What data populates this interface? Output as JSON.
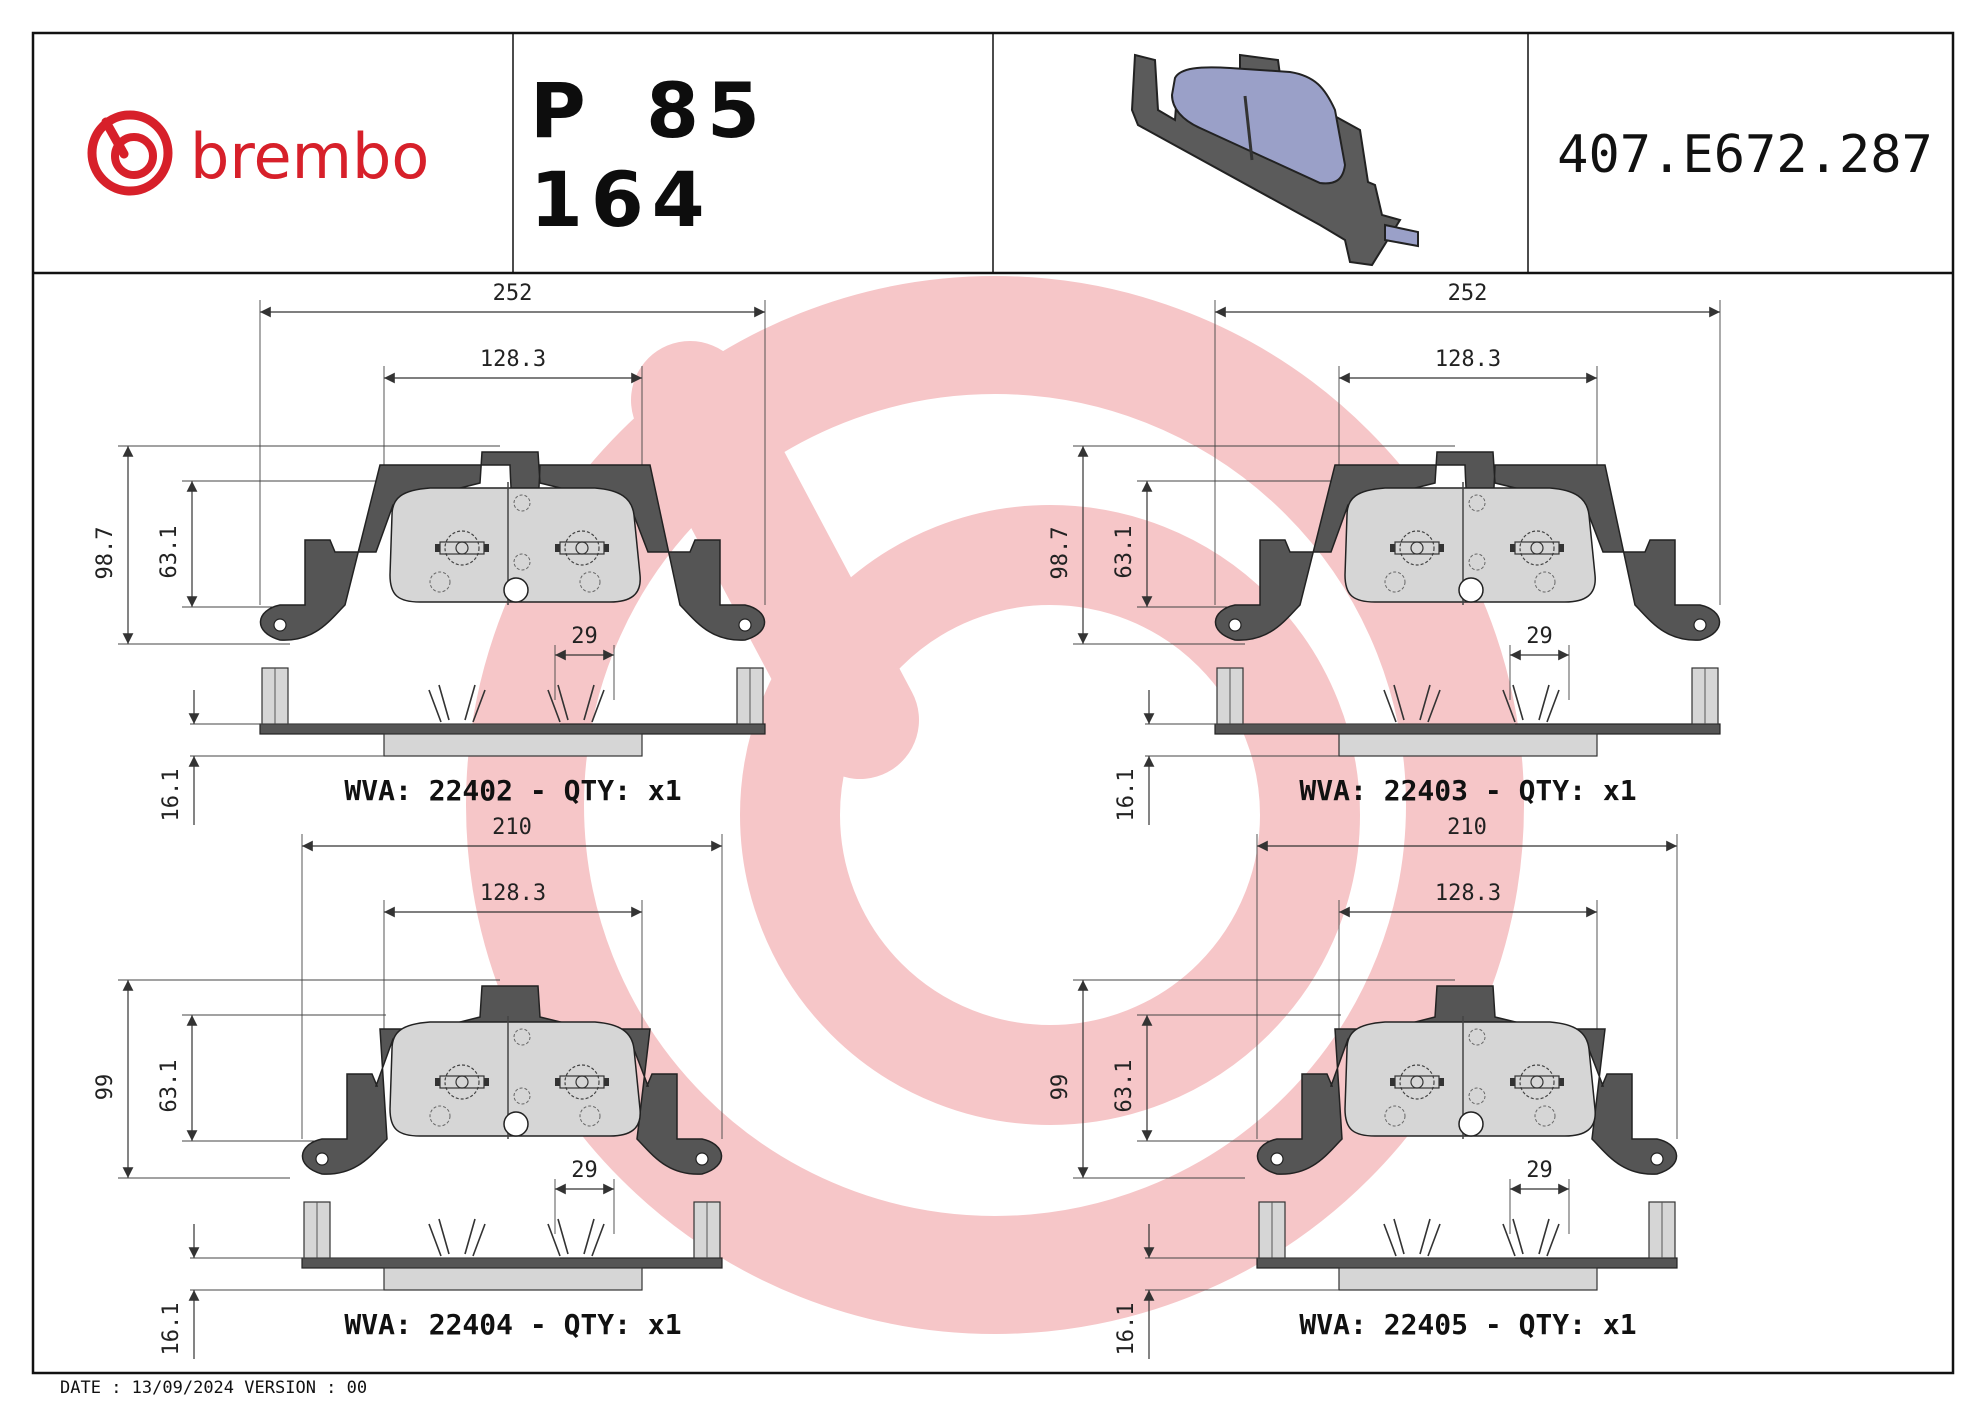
{
  "title_block": {
    "brand": "brembo",
    "part_number": "P 85 164",
    "reference": "407.E672.287"
  },
  "colors": {
    "brand_red": "#d7202a",
    "watermark": "#f6c6c8",
    "friction": "#d6d6d6",
    "backplate": "#555555",
    "pad_render": "#9aa0c8"
  },
  "views": [
    {
      "overall": "252",
      "inner": "128.3",
      "height_total": "98.7",
      "height_pad": "63.1",
      "spring": "29",
      "thickness": "16.1",
      "wva_label": "WVA:",
      "wva_number": "22402",
      "qty_label": "QTY:",
      "qty_value": "x1"
    },
    {
      "overall": "252",
      "inner": "128.3",
      "height_total": "98.7",
      "height_pad": "63.1",
      "spring": "29",
      "thickness": "16.1",
      "wva_label": "WVA:",
      "wva_number": "22403",
      "qty_label": "QTY:",
      "qty_value": "x1"
    },
    {
      "overall": "210",
      "inner": "128.3",
      "height_total": "99",
      "height_pad": "63.1",
      "spring": "29",
      "thickness": "16.1",
      "wva_label": "WVA:",
      "wva_number": "22404",
      "qty_label": "QTY:",
      "qty_value": "x1"
    },
    {
      "overall": "210",
      "inner": "128.3",
      "height_total": "99",
      "height_pad": "63.1",
      "spring": "29",
      "thickness": "16.1",
      "wva_label": "WVA:",
      "wva_number": "22405",
      "qty_label": "QTY:",
      "qty_value": "x1"
    }
  ],
  "footer": {
    "date_label": "DATE",
    "date": "13/09/2024",
    "version_label": "VERSION",
    "version": "00"
  }
}
